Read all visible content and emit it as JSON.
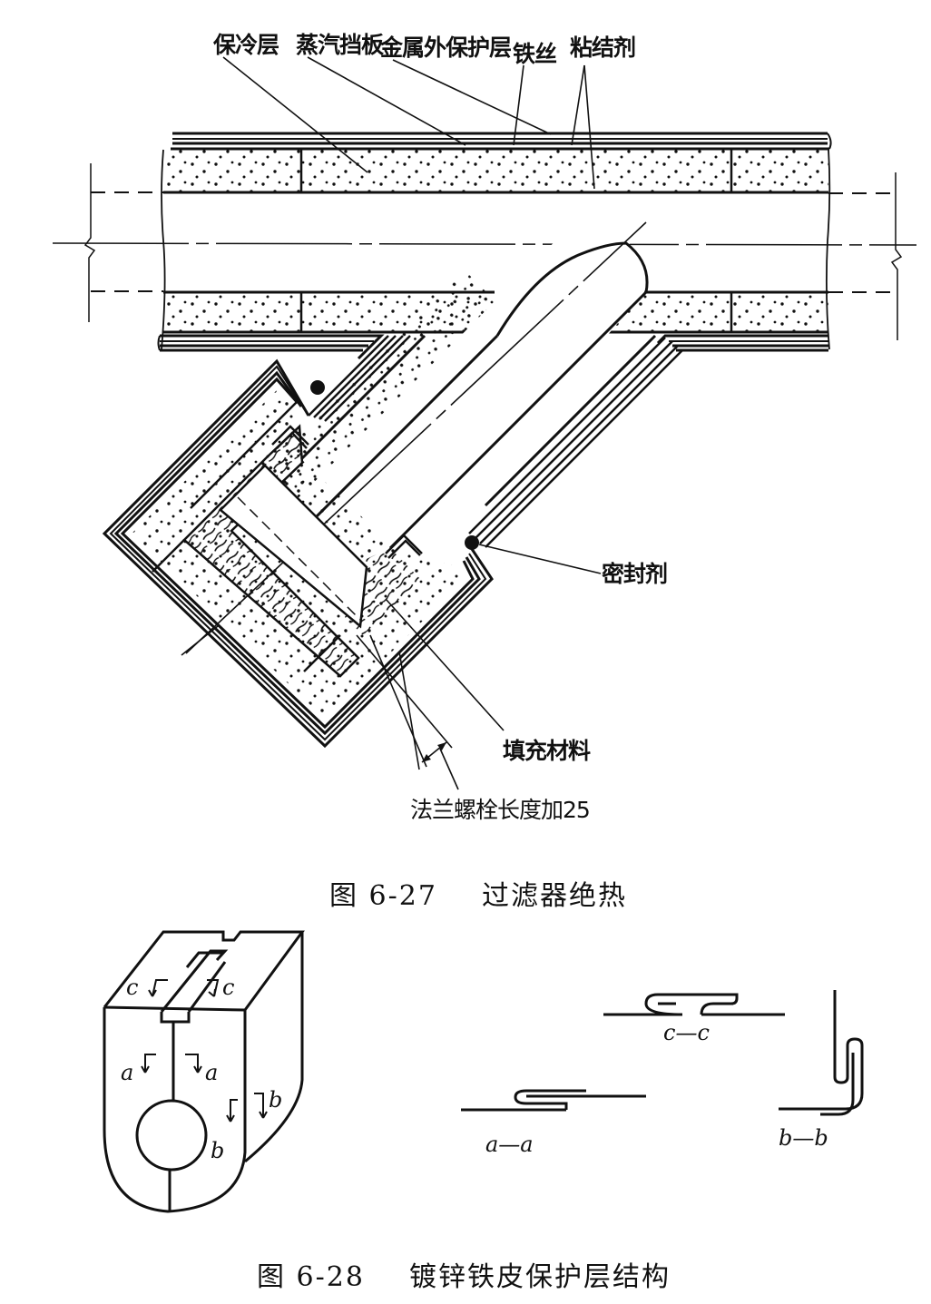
{
  "figure_6_27": {
    "caption_number": "图 6-27",
    "caption_title": "过滤器绝热",
    "labels": {
      "cold_insulation": "保冷层",
      "vapor_barrier": "蒸汽挡板",
      "metal_jacket": "金属外保护层",
      "iron_wire": "铁丝",
      "adhesive": "粘结剂",
      "sealant": "密封剂",
      "filler": "填充材料",
      "flange_bolt": "法兰螺栓长度加25"
    }
  },
  "figure_6_28": {
    "caption_number": "图 6-28",
    "caption_title": "镀锌铁皮保护层结构",
    "section_marks": {
      "c_left": "c",
      "c_right": "c",
      "a_left": "a",
      "a_right": "a",
      "b_front": "b",
      "b_side": "b"
    },
    "sections": {
      "cc": "c—c",
      "aa": "a—a",
      "bb": "b—b"
    }
  },
  "colors": {
    "ink": "#111111",
    "paper": "#ffffff"
  }
}
